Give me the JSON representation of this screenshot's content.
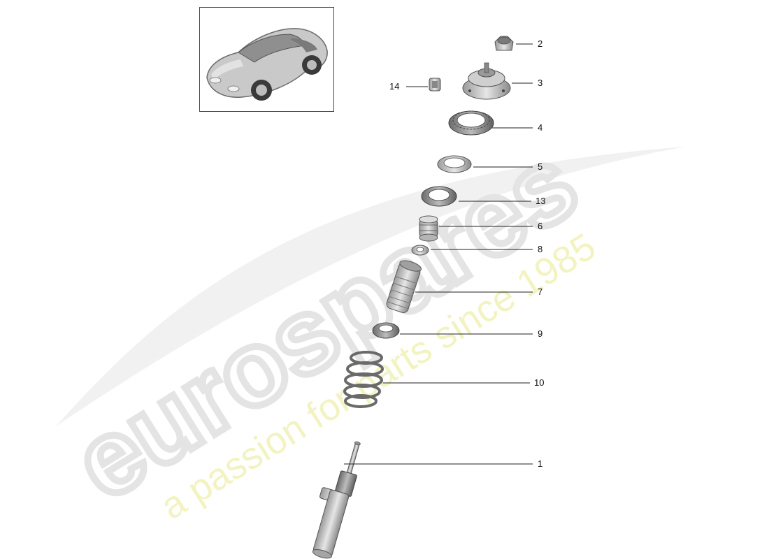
{
  "thumbnail": {
    "icon": "car-coupe-icon"
  },
  "watermark": {
    "brand": "eurospares",
    "tagline": "a passion for parts since 1985",
    "brand_color": "#e6e6e6",
    "tagline_color": "#f2f2b8"
  },
  "callouts": [
    {
      "number": "2",
      "part": "top-nut-icon"
    },
    {
      "number": "3",
      "part": "strut-top-mount-icon"
    },
    {
      "number": "14",
      "part": "clip-icon"
    },
    {
      "number": "4",
      "part": "support-bearing-icon"
    },
    {
      "number": "5",
      "part": "spacer-ring-icon"
    },
    {
      "number": "13",
      "part": "spring-seat-ring-icon"
    },
    {
      "number": "6",
      "part": "bump-stop-icon"
    },
    {
      "number": "8",
      "part": "washer-icon"
    },
    {
      "number": "7",
      "part": "protective-boot-icon"
    },
    {
      "number": "9",
      "part": "lower-spring-pad-icon"
    },
    {
      "number": "10",
      "part": "coil-spring-icon"
    },
    {
      "number": "1",
      "part": "shock-absorber-icon"
    }
  ],
  "colors": {
    "line": "#222222",
    "part_fill": "#d8d8d8",
    "part_stroke": "#555555"
  }
}
